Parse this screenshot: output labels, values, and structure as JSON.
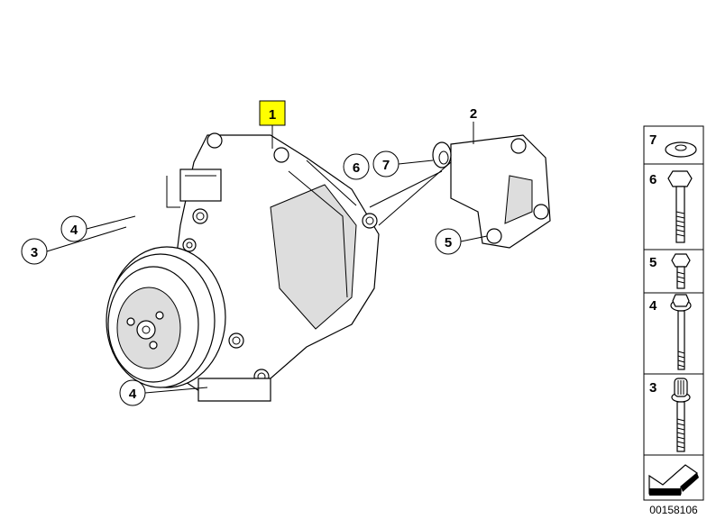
{
  "diagram": {
    "main_part_label": "1",
    "highlight_color": "#ffff00",
    "callouts": [
      {
        "id": "callout-2",
        "label": "2",
        "circled": false
      },
      {
        "id": "callout-6",
        "label": "6",
        "circled": true
      },
      {
        "id": "callout-7",
        "label": "7",
        "circled": true
      },
      {
        "id": "callout-5",
        "label": "5",
        "circled": true
      },
      {
        "id": "callout-4-top",
        "label": "4",
        "circled": true
      },
      {
        "id": "callout-3",
        "label": "3",
        "circled": true
      },
      {
        "id": "callout-4-bottom",
        "label": "4",
        "circled": true
      }
    ]
  },
  "legend": {
    "items": [
      {
        "label": "7",
        "part": "washer"
      },
      {
        "label": "6",
        "part": "hex-bolt"
      },
      {
        "label": "5",
        "part": "hex-bolt-short"
      },
      {
        "label": "4",
        "part": "flange-bolt"
      },
      {
        "label": "3",
        "part": "torx-bolt"
      }
    ],
    "diagram_number": "00158106"
  }
}
